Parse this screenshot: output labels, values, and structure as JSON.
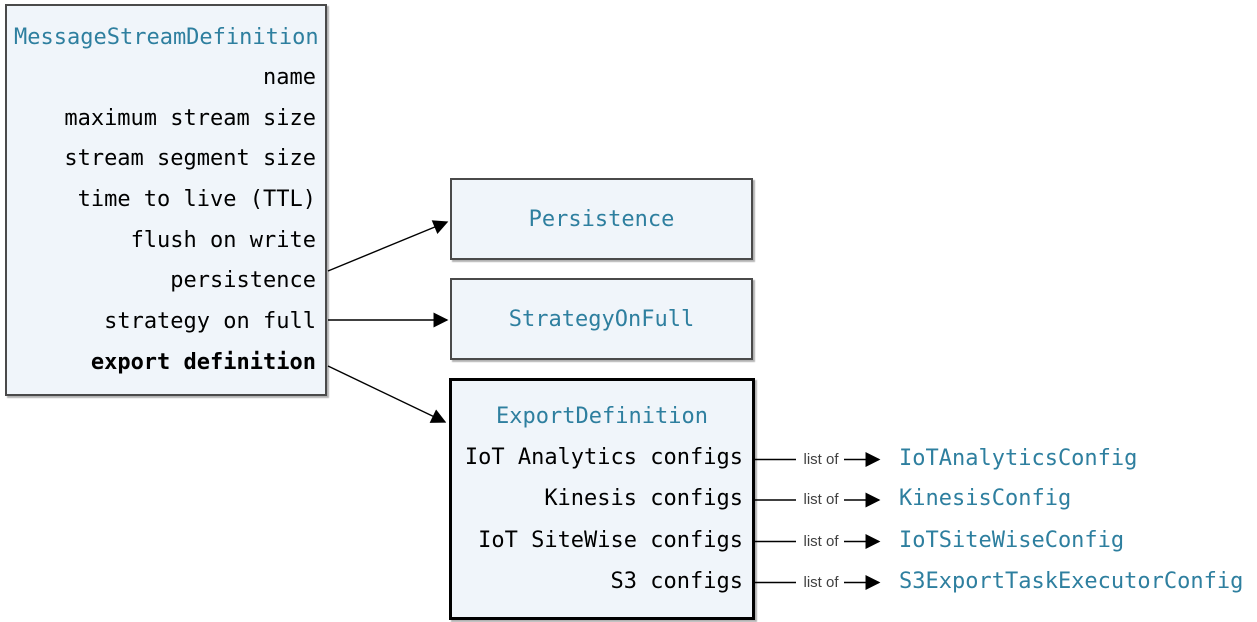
{
  "diagram": {
    "main_class": {
      "title": "MessageStreamDefinition",
      "fields": [
        "name",
        "maximum stream size",
        "stream segment size",
        "time to live (TTL)",
        "flush on write",
        "persistence",
        "strategy on full",
        "export definition"
      ]
    },
    "persistence_class": {
      "title": "Persistence"
    },
    "strategy_class": {
      "title": "StrategyOnFull"
    },
    "export_class": {
      "title": "ExportDefinition",
      "fields": [
        "IoT Analytics configs",
        "Kinesis configs",
        "IoT SiteWise configs",
        "S3 configs"
      ]
    },
    "connectors": [
      {
        "label": "list of",
        "target": "IoTAnalyticsConfig"
      },
      {
        "label": "list of",
        "target": "KinesisConfig"
      },
      {
        "label": "list of",
        "target": "IoTSiteWiseConfig"
      },
      {
        "label": "list of",
        "target": "S3ExportTaskExecutorConfig"
      }
    ],
    "colors": {
      "class_title": "#2E7F9F",
      "field_text": "#000000",
      "box_fill": "#F0F5FA",
      "box_border": "#4A4A4A",
      "highlight_border": "#000000",
      "connector_label": "#404040",
      "arrow": "#000000"
    }
  }
}
